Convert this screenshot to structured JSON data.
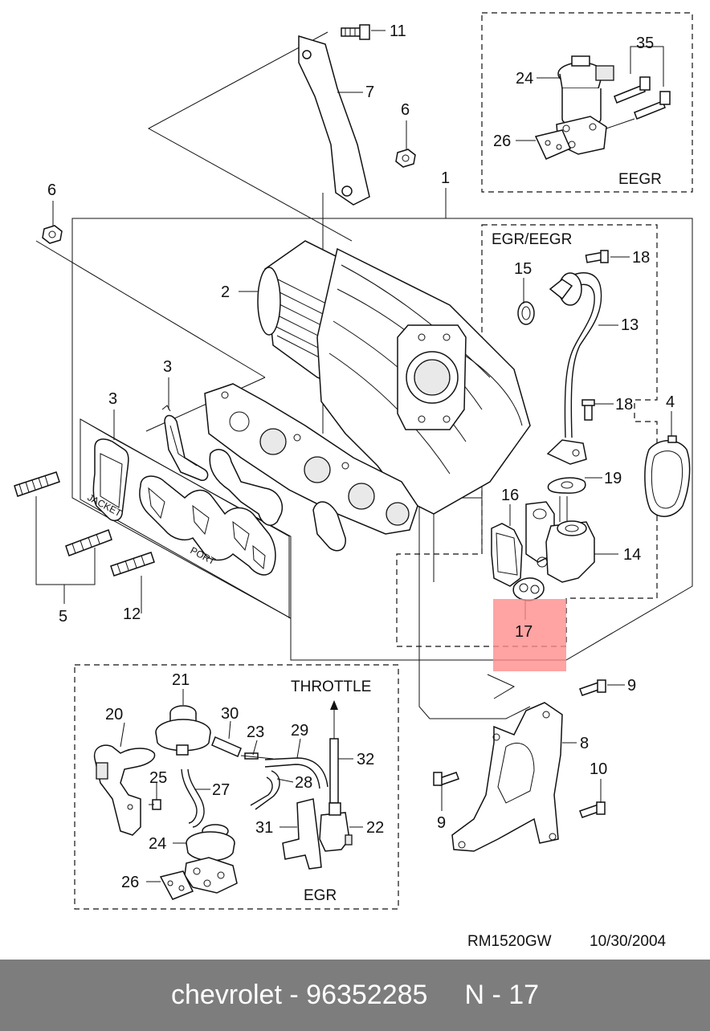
{
  "callouts": {
    "c1": "1",
    "c2": "2",
    "c3a": "3",
    "c3b": "3",
    "c4": "4",
    "c5": "5",
    "c6a": "6",
    "c6b": "6",
    "c7": "7",
    "c8": "8",
    "c9a": "9",
    "c9b": "9",
    "c10": "10",
    "c11": "11",
    "c12": "12",
    "c13": "13",
    "c14": "14",
    "c15": "15",
    "c16": "16",
    "c17": "17",
    "c18a": "18",
    "c18b": "18",
    "c19": "19",
    "c20": "20",
    "c21": "21",
    "c22": "22",
    "c23": "23",
    "c24a": "24",
    "c24b": "24",
    "c25": "25",
    "c26a": "26",
    "c26b": "26",
    "c27": "27",
    "c28": "28",
    "c29": "29",
    "c30": "30",
    "c31": "31",
    "c32": "32",
    "c35": "35"
  },
  "box_labels": {
    "eegr": "EEGR",
    "egr_eegr": "EGR/EEGR",
    "egr": "EGR",
    "throttle": "THROTTLE",
    "jacket": "JACKET",
    "port": "PORT"
  },
  "highlight": {
    "part_number": "17",
    "color": "#ff8c8c"
  },
  "drawing_ref": "RM1520GW",
  "drawing_date": "10/30/2004",
  "footer": {
    "brand": "chevrolet",
    "separator": "-",
    "part_code": "96352285",
    "position_text": "N - 17",
    "background": "#7d7d7d",
    "text_color": "#ffffff"
  }
}
